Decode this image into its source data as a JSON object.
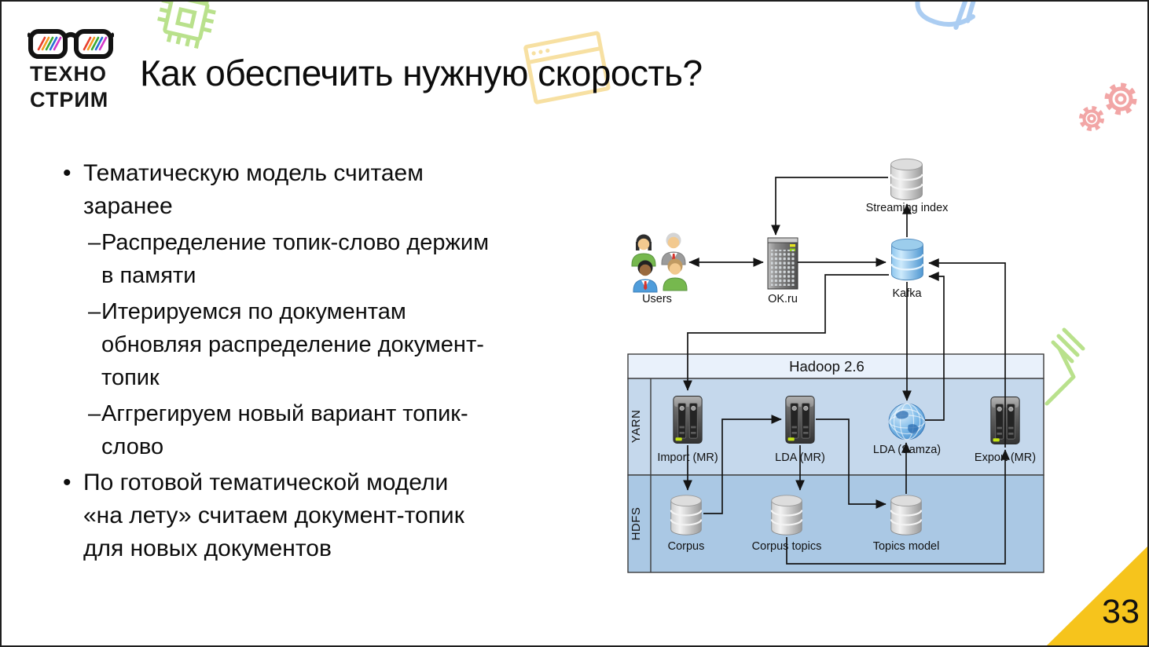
{
  "page_number": "33",
  "logo": {
    "line1": "ТЕХНО",
    "line2": "СТРИМ"
  },
  "title": "Как обеспечить нужную скорость?",
  "bullets": [
    {
      "marker": "•",
      "lines": [
        "Тематическую модель считаем",
        "заранее"
      ]
    },
    {
      "marker": "–",
      "lines": [
        "Распределение топик-слово держим",
        "в памяти"
      ]
    },
    {
      "marker": "–",
      "lines": [
        "Итерируемся по документам",
        "обновляя распределение документ-",
        "топик"
      ]
    },
    {
      "marker": "–",
      "lines": [
        "Аггрегируем новый вариант топик-",
        "слово"
      ]
    },
    {
      "marker": "•",
      "lines": [
        "По готовой тематической модели",
        "«на лету» считаем документ-топик",
        "для новых документов"
      ]
    }
  ],
  "diagram": {
    "nodes": {
      "users": "Users",
      "okru": "OK.ru",
      "kafka": "Kafka",
      "streaming_index": "Streaming index",
      "hadoop": "Hadoop 2.6",
      "yarn": "YARN",
      "hdfs": "HDFS",
      "import_mr": "Import (MR)",
      "lda_mr": "LDA (MR)",
      "lda_samza": "LDA (Samza)",
      "export_mr": "Export (MR)",
      "corpus": "Corpus",
      "corpus_topics": "Corpus topics",
      "topics_model": "Topics model"
    },
    "edges": [
      {
        "from": "Users",
        "to": "OK.ru",
        "bidirectional": true
      },
      {
        "from": "OK.ru",
        "to": "Kafka"
      },
      {
        "from": "Kafka",
        "to": "Streaming index"
      },
      {
        "from": "Streaming index",
        "to": "OK.ru"
      },
      {
        "from": "Kafka",
        "to": "Import (MR)"
      },
      {
        "from": "Kafka",
        "to": "LDA (Samza)"
      },
      {
        "from": "LDA (Samza)",
        "to": "Kafka"
      },
      {
        "from": "Export (MR)",
        "to": "Kafka"
      },
      {
        "from": "Import (MR)",
        "to": "Corpus"
      },
      {
        "from": "Corpus",
        "to": "LDA (MR)"
      },
      {
        "from": "LDA (MR)",
        "to": "Corpus topics"
      },
      {
        "from": "LDA (MR)",
        "to": "Topics model"
      },
      {
        "from": "Topics model",
        "to": "LDA (Samza)"
      },
      {
        "from": "Corpus topics",
        "to": "Export (MR)"
      }
    ],
    "colors": {
      "hadoop_header_bg": "#e9f1fb",
      "yarn_bg": "#c5d8ec",
      "hdfs_bg": "#aac8e4",
      "kafka_blue": "#6db0e0",
      "gray_db": "#c4c4c4",
      "corner_yellow": "#f6c41c",
      "deco_green": "#b9e18c",
      "deco_pink": "#f2a6a6",
      "deco_blue": "#abcdf2",
      "deco_yellow": "#f7e0a2"
    }
  },
  "icons": [
    "glasses-logo-icon",
    "chip-icon",
    "browser-window-icon",
    "graduation-cap-icon",
    "gears-icon",
    "chevron-icon",
    "users-icon",
    "server-tower-icon",
    "database-icon",
    "rack-server-icon",
    "globe-icon"
  ]
}
